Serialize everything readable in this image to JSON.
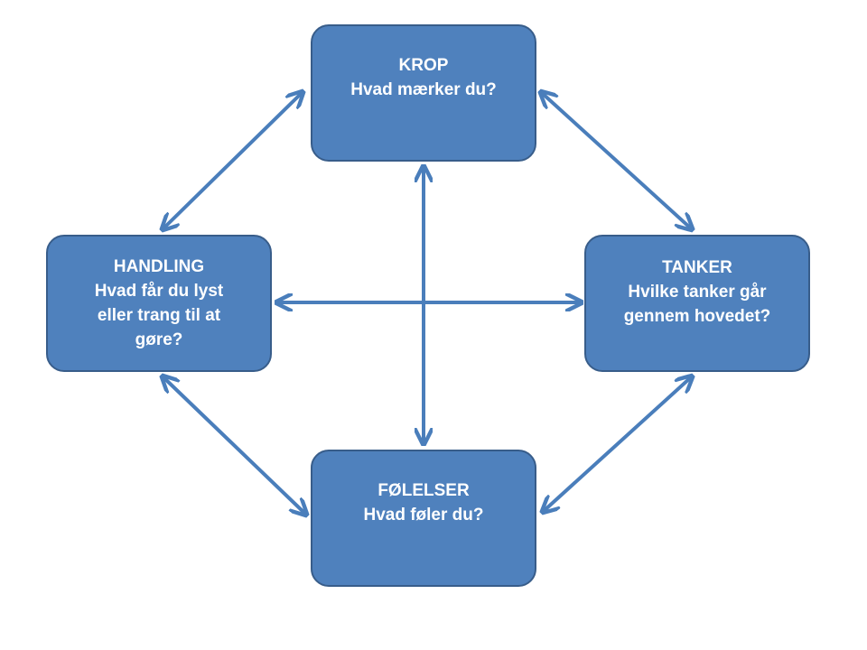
{
  "colors": {
    "box_fill": "#4F81BD",
    "box_border": "#385D8A",
    "arrow": "#4A7EBB",
    "text": "#FFFFFF"
  },
  "boxes": {
    "krop": {
      "title": "KROP",
      "question": "Hvad mærker du?"
    },
    "handling": {
      "title": "HANDLING",
      "question_lines": [
        "Hvad får du lyst",
        "eller trang til at",
        "gøre?"
      ]
    },
    "tanker": {
      "title": "TANKER",
      "question_lines": [
        "Hvilke tanker går",
        "gennem hovedet?"
      ]
    },
    "folelser": {
      "title": "FØLELSER",
      "question": "Hvad føler du?"
    }
  },
  "connections": [
    {
      "from": "krop",
      "to": "tanker",
      "bidirectional": true
    },
    {
      "from": "krop",
      "to": "handling",
      "bidirectional": true
    },
    {
      "from": "krop",
      "to": "folelser",
      "bidirectional": true
    },
    {
      "from": "handling",
      "to": "tanker",
      "bidirectional": true
    },
    {
      "from": "handling",
      "to": "folelser",
      "bidirectional": true
    },
    {
      "from": "tanker",
      "to": "folelser",
      "bidirectional": true
    }
  ]
}
